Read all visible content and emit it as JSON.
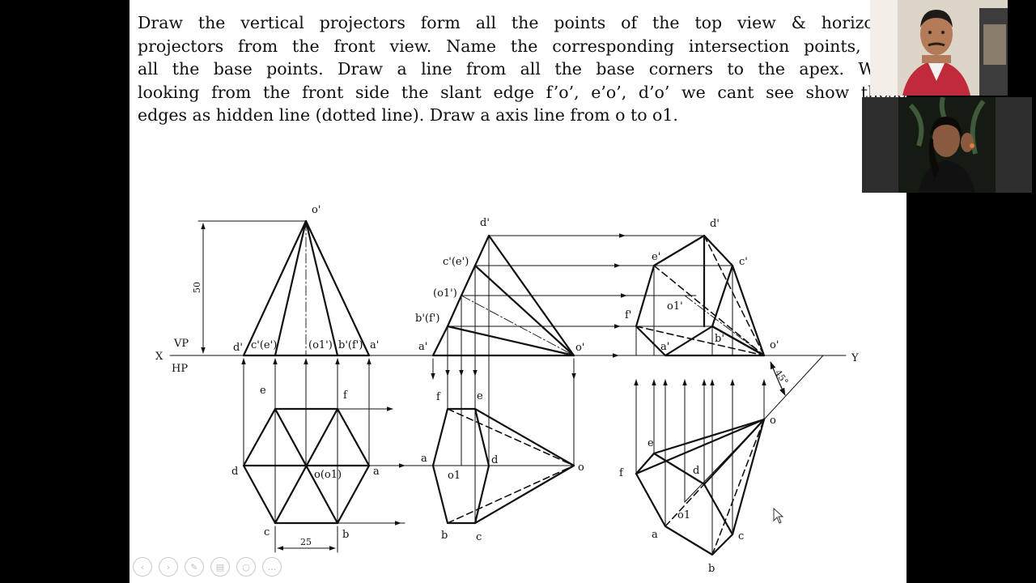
{
  "instruction": {
    "lines": [
      "Draw the vertical projectors form all the points of the top view & horizontal",
      "projectors from the front view. Name the corresponding intersection points, join",
      "all the base points. Draw a line from all the base corners to the apex. When",
      "looking from the front side the slant edge f’o’, e’o’, d’o’ we cant see show these",
      "edges as hidden line (dotted line). Draw a axis line from o to o1."
    ]
  },
  "drawing": {
    "xy_labels": {
      "x": "X",
      "y": "Y",
      "vp": "VP",
      "hp": "HP"
    },
    "dim_height": "50",
    "dim_side": "25",
    "angle": "45°",
    "view1": {
      "front": {
        "apex": "o'",
        "d": "d'",
        "ce": "c'(e')",
        "o1": "(o1')",
        "bf": "b'(f')",
        "a": "a'"
      },
      "top": {
        "e": "e",
        "f": "f",
        "d": "d",
        "a": "a",
        "c": "c",
        "b": "b",
        "o": "o(o1)"
      }
    },
    "view2": {
      "front": {
        "d": "d'",
        "ce": "c'(e')",
        "o1": "(o1')",
        "bf": "b'(f')",
        "a": "a'",
        "o": "o'"
      },
      "top": {
        "f": "f",
        "e": "e",
        "a": "a",
        "d": "d",
        "o1": "o1",
        "o": "o",
        "b": "b",
        "c": "c"
      }
    },
    "view3": {
      "front": {
        "d": "d'",
        "e": "e'",
        "c": "c'",
        "f": "f'",
        "o1": "o1'",
        "a": "a'",
        "b": "b'",
        "o": "o'"
      },
      "top": {
        "e": "e",
        "f": "f",
        "d": "d",
        "o": "o",
        "o1": "o1",
        "a": "a",
        "c": "c",
        "b": "b"
      }
    }
  },
  "player_controls": [
    {
      "name": "previous-icon",
      "glyph": "‹"
    },
    {
      "name": "next-icon",
      "glyph": "›"
    },
    {
      "name": "pen-icon",
      "glyph": "✎"
    },
    {
      "name": "pages-icon",
      "glyph": "▤"
    },
    {
      "name": "zoom-icon",
      "glyph": "○"
    },
    {
      "name": "more-icon",
      "glyph": "…"
    }
  ]
}
